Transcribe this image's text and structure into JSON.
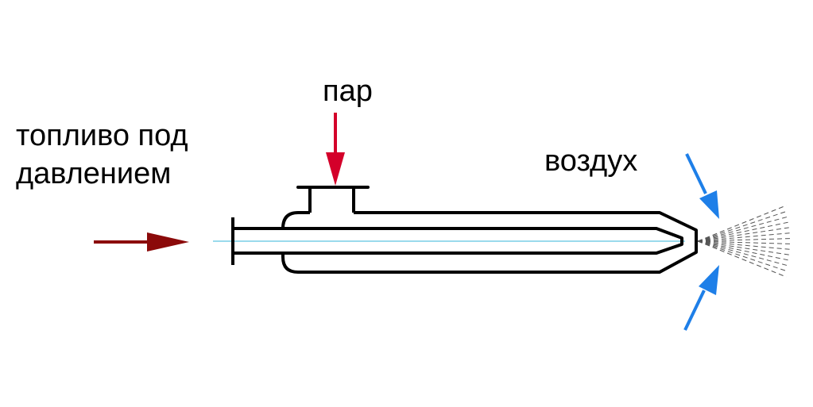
{
  "labels": {
    "fuel_line1": "топливо под",
    "fuel_line2": "давлением",
    "steam": "пар",
    "air": "воздух"
  },
  "colors": {
    "outline": "#000000",
    "fuel_arrow": "#8b0a0a",
    "steam_arrow": "#d4002a",
    "air_arrow": "#1e7fe8",
    "centerline": "#36b4d8",
    "spray": "#555555"
  }
}
